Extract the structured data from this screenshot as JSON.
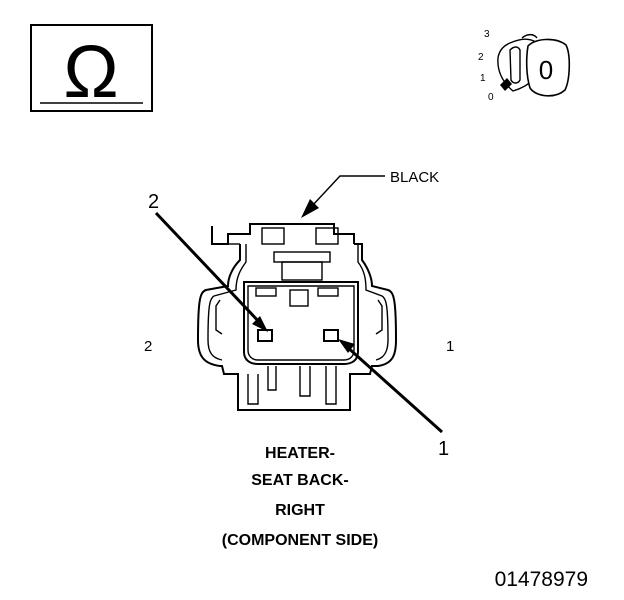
{
  "header": {
    "ohm_symbol": "Ω",
    "ohm_icon": "ohmmeter-icon",
    "ignition_icon": "ignition-key-icon",
    "ignition_positions": [
      "3",
      "2",
      "1",
      "0"
    ],
    "ignition_setting": "0"
  },
  "connector": {
    "color_label": "BLACK",
    "pin_callout_left": "2",
    "pin_callout_right": "1",
    "side_label_left": "2",
    "side_label_right": "1"
  },
  "caption": {
    "line1": "HEATER-",
    "line2": "SEAT BACK-",
    "line3": "RIGHT",
    "line4": "(COMPONENT SIDE)"
  },
  "figure_number": "01478979"
}
